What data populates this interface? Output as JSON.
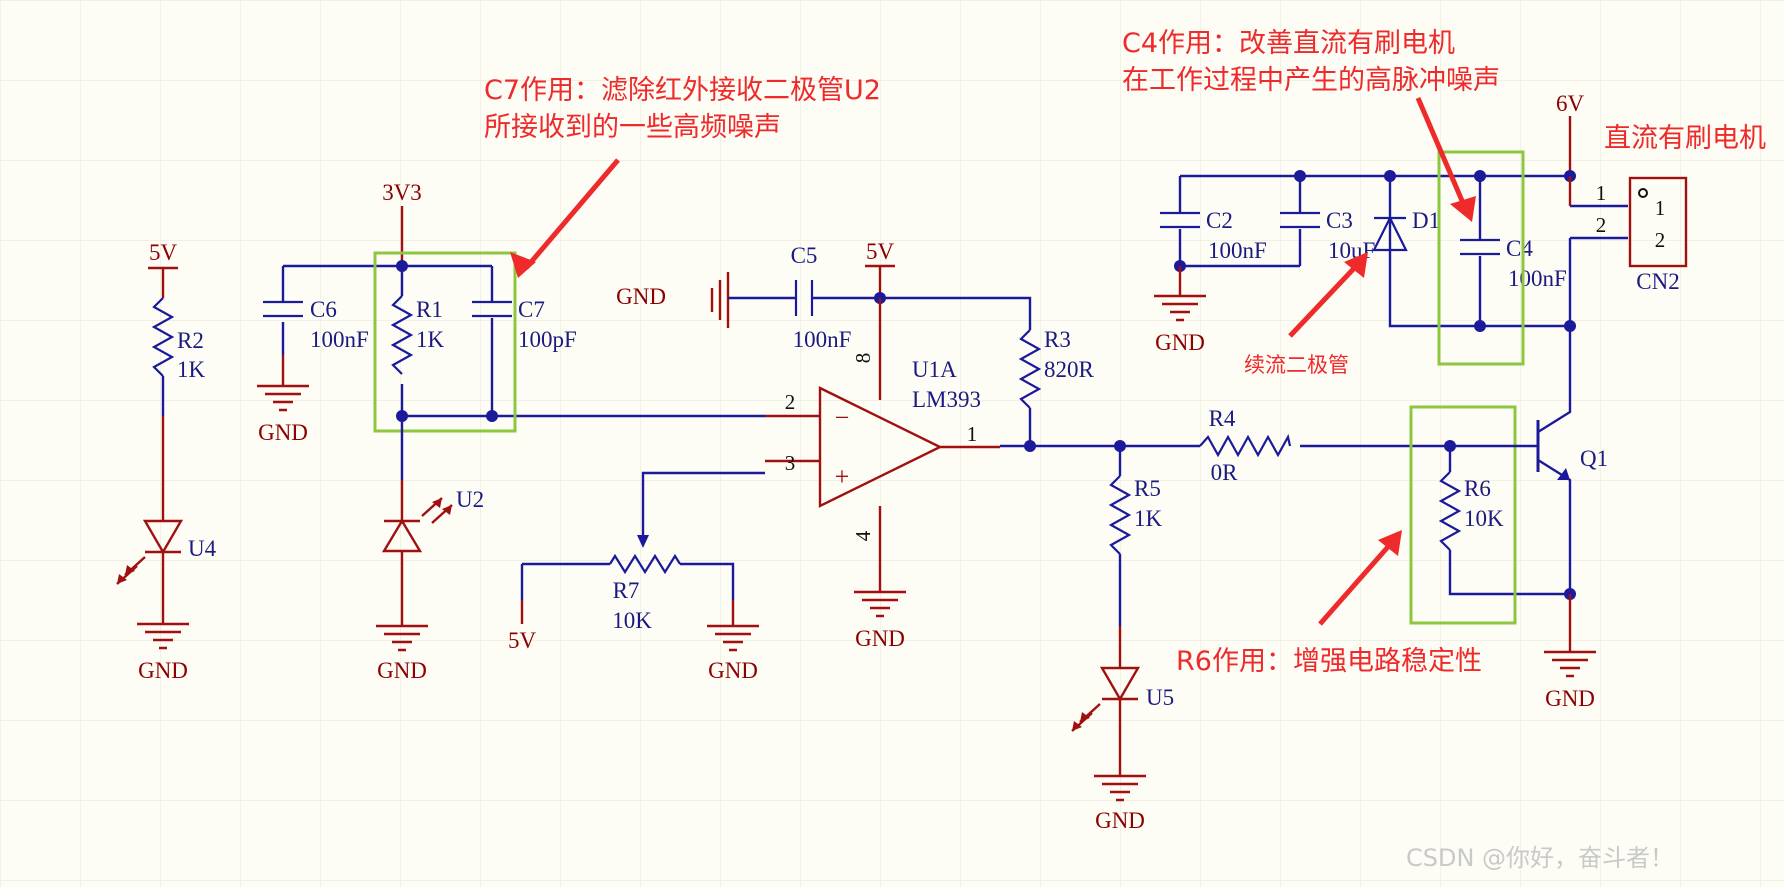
{
  "power": {
    "v5_a": "5V",
    "v3v3": "3V3",
    "v5_b": "5V",
    "v6": "6V",
    "v5_c": "5V"
  },
  "gnd": "GND",
  "parts": {
    "r2": {
      "ref": "R2",
      "val": "1K"
    },
    "r1": {
      "ref": "R1",
      "val": "1K"
    },
    "c6": {
      "ref": "C6",
      "val": "100nF"
    },
    "c7": {
      "ref": "C7",
      "val": "100pF"
    },
    "c5": {
      "ref": "C5",
      "val": "100nF"
    },
    "r3": {
      "ref": "R3",
      "val": "820R"
    },
    "u1": {
      "ref": "U1A",
      "val": "LM393"
    },
    "r7": {
      "ref": "R7",
      "val": "10K"
    },
    "r4": {
      "ref": "R4",
      "val": "0R"
    },
    "r5": {
      "ref": "R5",
      "val": "1K"
    },
    "r6": {
      "ref": "R6",
      "val": "10K"
    },
    "c2": {
      "ref": "C2",
      "val": "100nF"
    },
    "c3": {
      "ref": "C3",
      "val": "10uF"
    },
    "d1": {
      "ref": "D1"
    },
    "c4": {
      "ref": "C4",
      "val": "100nF"
    },
    "cn2": {
      "ref": "CN2"
    },
    "q1": {
      "ref": "Q1"
    },
    "u2": {
      "ref": "U2"
    },
    "u4": {
      "ref": "U4"
    },
    "u5": {
      "ref": "U5"
    }
  },
  "pins": {
    "p2": "2",
    "p3": "3",
    "p1": "1",
    "p8": "8",
    "p4": "4",
    "minus": "−",
    "plus": "+",
    "cn_1": "1",
    "cn_2": "2",
    "cn_in1": "1",
    "cn_in2": "2"
  },
  "notes": {
    "c7_l1": "C7作用：滤除红外接收二极管U2",
    "c7_l2": "所接收到的一些高频噪声",
    "c4_l1": "C4作用：改善直流有刷电机",
    "c4_l2": "在工作过程中产生的高脉冲噪声",
    "motor": "直流有刷电机",
    "d1": "续流二极管",
    "r6": "R6作用：增强电路稳定性"
  },
  "watermark": "CSDN @你好，奋斗者！",
  "colors": {
    "wire": "#1a1a9a",
    "power": "#a01010",
    "highlight": "#8dc63f",
    "note": "#ee2a2a",
    "background": "#fdfcf5"
  }
}
